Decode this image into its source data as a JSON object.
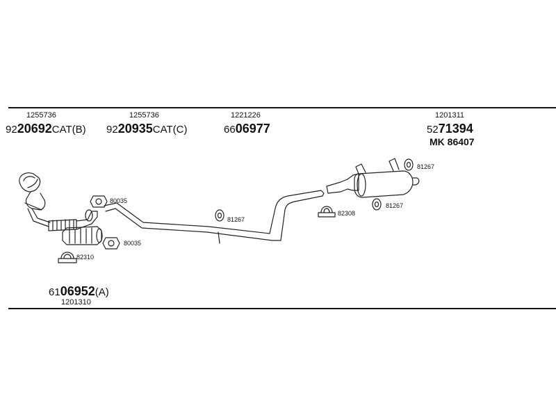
{
  "groups": [
    {
      "oe": "1255736",
      "prefix": "92",
      "num": "20692",
      "suffix": "CAT(B)"
    },
    {
      "oe": "1255736",
      "prefix": "92",
      "num": "20935",
      "suffix": "CAT(C)"
    },
    {
      "oe": "1221226",
      "prefix": "66",
      "num": "06977",
      "suffix": ""
    },
    {
      "oe": "1201311",
      "prefix": "52",
      "num": "71394",
      "suffix": "",
      "kit": "MK 86407"
    }
  ],
  "bottom_group": {
    "prefix": "61",
    "num": "06952",
    "suffix": "(A)",
    "oe": "1201310"
  },
  "small_parts": {
    "gasket_a": "80035",
    "gasket_b": "80035",
    "clamp_a": "82310",
    "hanger_mid": "81267",
    "clamp_b": "82308",
    "hanger_rear_a": "81267",
    "hanger_rear_b": "81267"
  }
}
